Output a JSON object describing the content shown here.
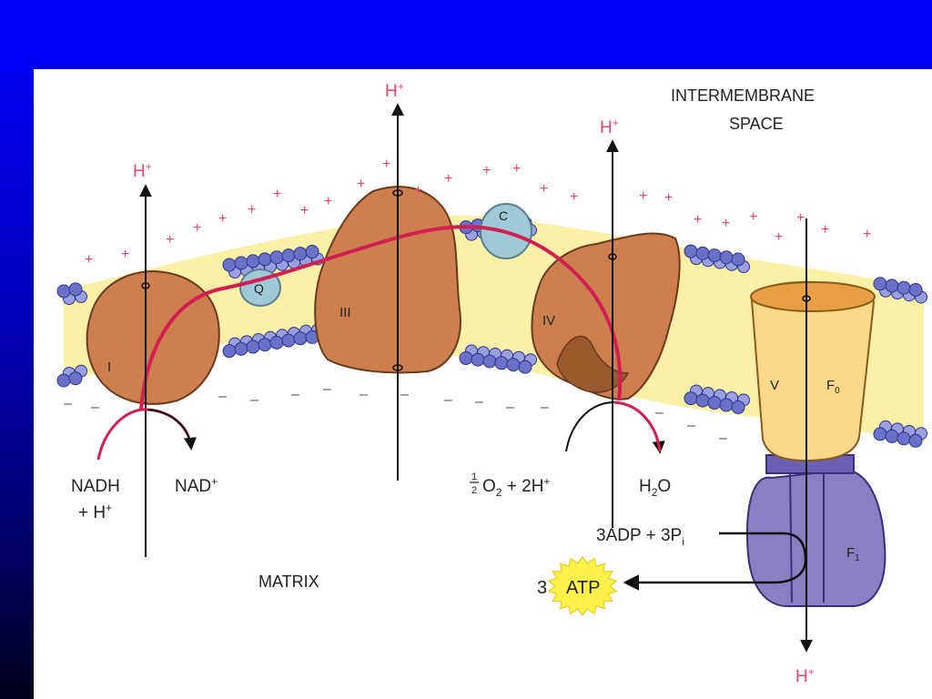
{
  "colors": {
    "slide_blue": "#0000f5",
    "lipid_head": "#6a72c8",
    "lipid_tail": "#fbf0a6",
    "complex_brown": "#cd7f4e",
    "complex_v_top": "#f6c46a",
    "f1_purple": "#8a7fc0",
    "electron_path": "#d21e52",
    "proton_plus": "#e8456f",
    "atp_yellow": "#fff04a"
  },
  "labels": {
    "intermembrane_line1": "INTERMEMBRANE",
    "intermembrane_line2": "SPACE",
    "matrix": "MATRIX",
    "complex_i": "I",
    "complex_iii": "III",
    "complex_iv": "IV",
    "complex_v": "V",
    "f0": "F",
    "f0_sub": "0",
    "f1": "F",
    "f1_sub": "1",
    "q": "Q",
    "c": "C"
  },
  "protons": {
    "h": "H",
    "sup": "+"
  },
  "reactions": {
    "nadh_line1": "NADH",
    "nadh_line2": "+ H",
    "nadh_sup": "+",
    "nad": "NAD",
    "nad_sup": "+",
    "oxygen_frac_num": "1",
    "oxygen_frac_den": "2",
    "oxygen_rest": "O",
    "oxygen_sub": "2",
    "oxygen_plus": " + 2H",
    "oxygen_sup": "+",
    "water_h": "H",
    "water_sub": "2",
    "water_o": "O",
    "adp": "3ADP + 3P",
    "adp_sub": "i",
    "atp_count": "3",
    "atp": "ATP"
  },
  "charges": {
    "plus": "+",
    "minus": "–"
  }
}
